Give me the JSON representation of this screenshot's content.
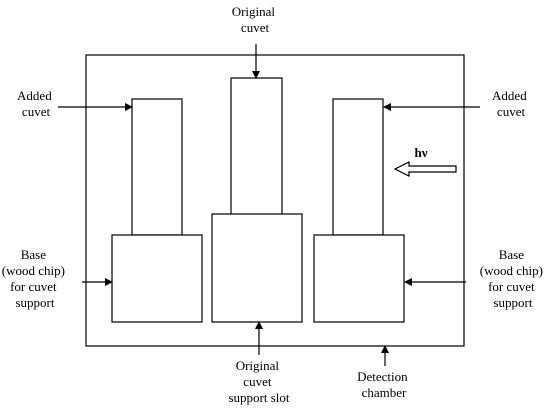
{
  "labels": {
    "original_cuvet": [
      "Original",
      "cuvet"
    ],
    "added_cuvet_left": [
      "Added",
      "cuvet"
    ],
    "added_cuvet_right": [
      "Added",
      "cuvet"
    ],
    "base_left": [
      "Base",
      "(wood chip)",
      "for cuvet",
      "support"
    ],
    "base_right": [
      "Base",
      "(wood chip)",
      "for cuvet",
      "support"
    ],
    "support_slot": [
      "Original",
      "cuvet",
      "support slot"
    ],
    "detection_chamber": [
      "Detection",
      "chamber"
    ],
    "light": "hν"
  },
  "colors": {
    "stroke": "#000000",
    "background": "#ffffff"
  }
}
